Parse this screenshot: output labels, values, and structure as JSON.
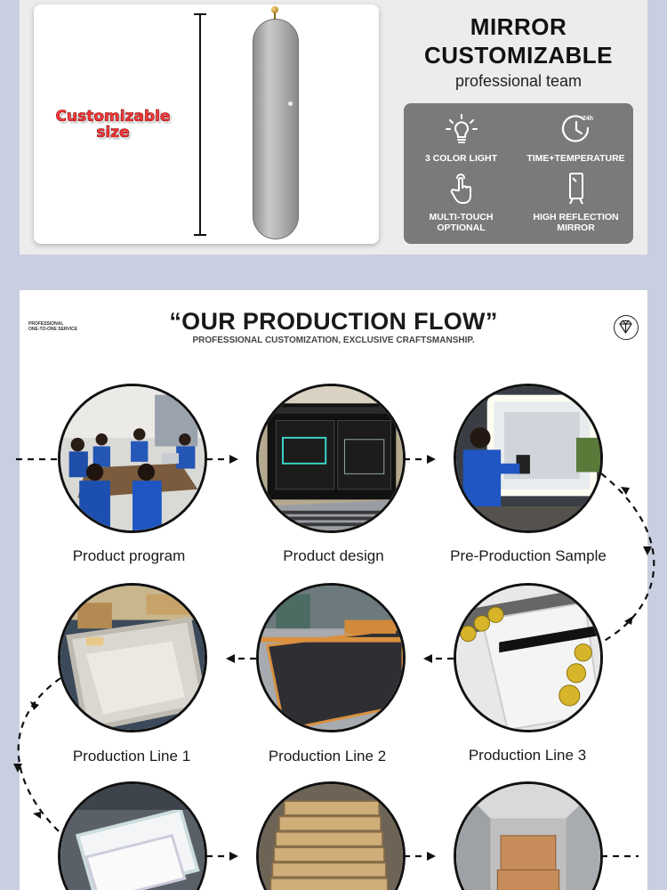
{
  "hero": {
    "size_label_line1": "Customizable",
    "size_label_line2": "size",
    "title_line1": "MIRROR",
    "title_line2": "CUSTOMIZABLE",
    "subtitle": "professional team",
    "features": [
      {
        "icon": "bulb-icon",
        "label": "3 COLOR LIGHT"
      },
      {
        "icon": "clock-24h-icon",
        "label": "TIME+TEMPERATURE",
        "badge": "24h"
      },
      {
        "icon": "touch-hand-icon",
        "label": "MULTI-TOUCH OPTIONAL"
      },
      {
        "icon": "mirror-stand-icon",
        "label": "HIGH REFLECTION MIRROR"
      }
    ]
  },
  "flow": {
    "side_note_line1": "PROFESSIONAL",
    "side_note_line2": "ONE-TO-ONE SERVICE",
    "title": "“OUR PRODUCTION FLOW”",
    "subtitle": "PROFESSIONAL CUSTOMIZATION, EXCLUSIVE CRAFTSMANSHIP.",
    "steps": [
      {
        "label": "Product program"
      },
      {
        "label": "Product design"
      },
      {
        "label": "Pre-Production Sample"
      },
      {
        "label": "Production Line 1"
      },
      {
        "label": "Production Line 2"
      },
      {
        "label": "Production Line 3"
      }
    ]
  },
  "colors": {
    "page_bg": "#c9cfe0",
    "feature_box": "#7a7a7a",
    "size_label": "#ff3b3b"
  }
}
